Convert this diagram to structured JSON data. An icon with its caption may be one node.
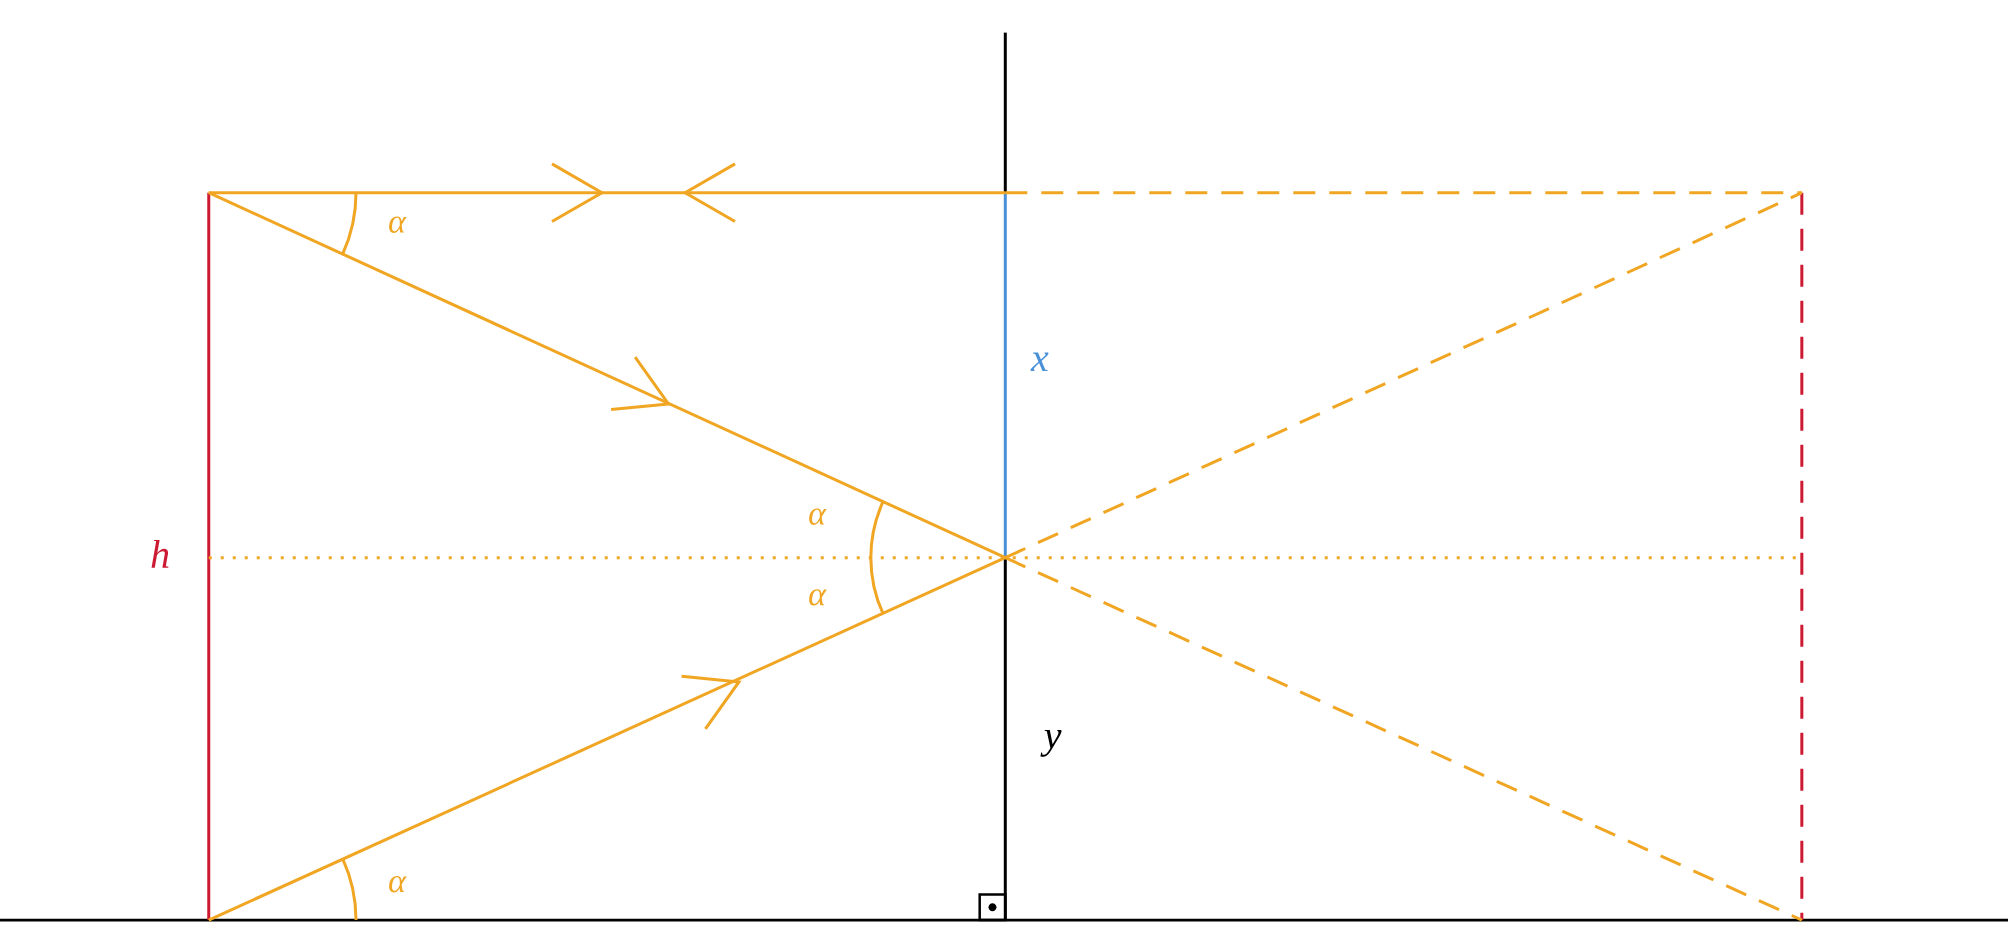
{
  "diagram": {
    "labels": [
      "α",
      "x",
      "h",
      "α",
      "α",
      "y",
      "α"
    ]
  }
}
